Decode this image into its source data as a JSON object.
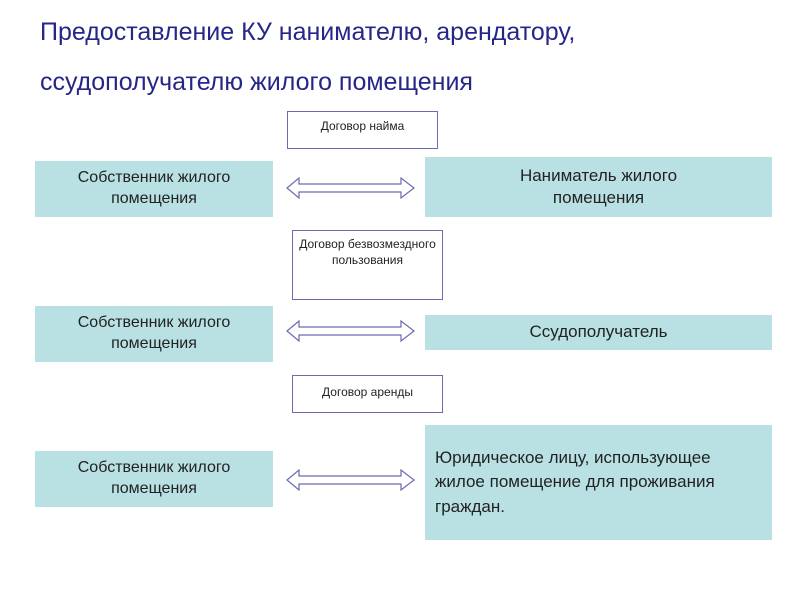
{
  "title": {
    "line1": "Предоставление КУ нанимателю, арендатору,",
    "line2": "ссудополучателю жилого помещения"
  },
  "rows": [
    {
      "left": "Собственник жилого помещения",
      "contract": "Договор найма",
      "right": "Наниматель жилого помещения"
    },
    {
      "left": "Собственник жилого помещения",
      "contract": "Договор безвозмездного пользования",
      "right": "Ссудополучатель"
    },
    {
      "left": "Собственник жилого помещения",
      "contract": "Договор аренды",
      "right": "Юридическое лицу, использующее жилое помещение для проживания граждан."
    }
  ],
  "colors": {
    "box": "#b9e0e3",
    "title": "#262688",
    "outline": "#6b6bb0"
  }
}
